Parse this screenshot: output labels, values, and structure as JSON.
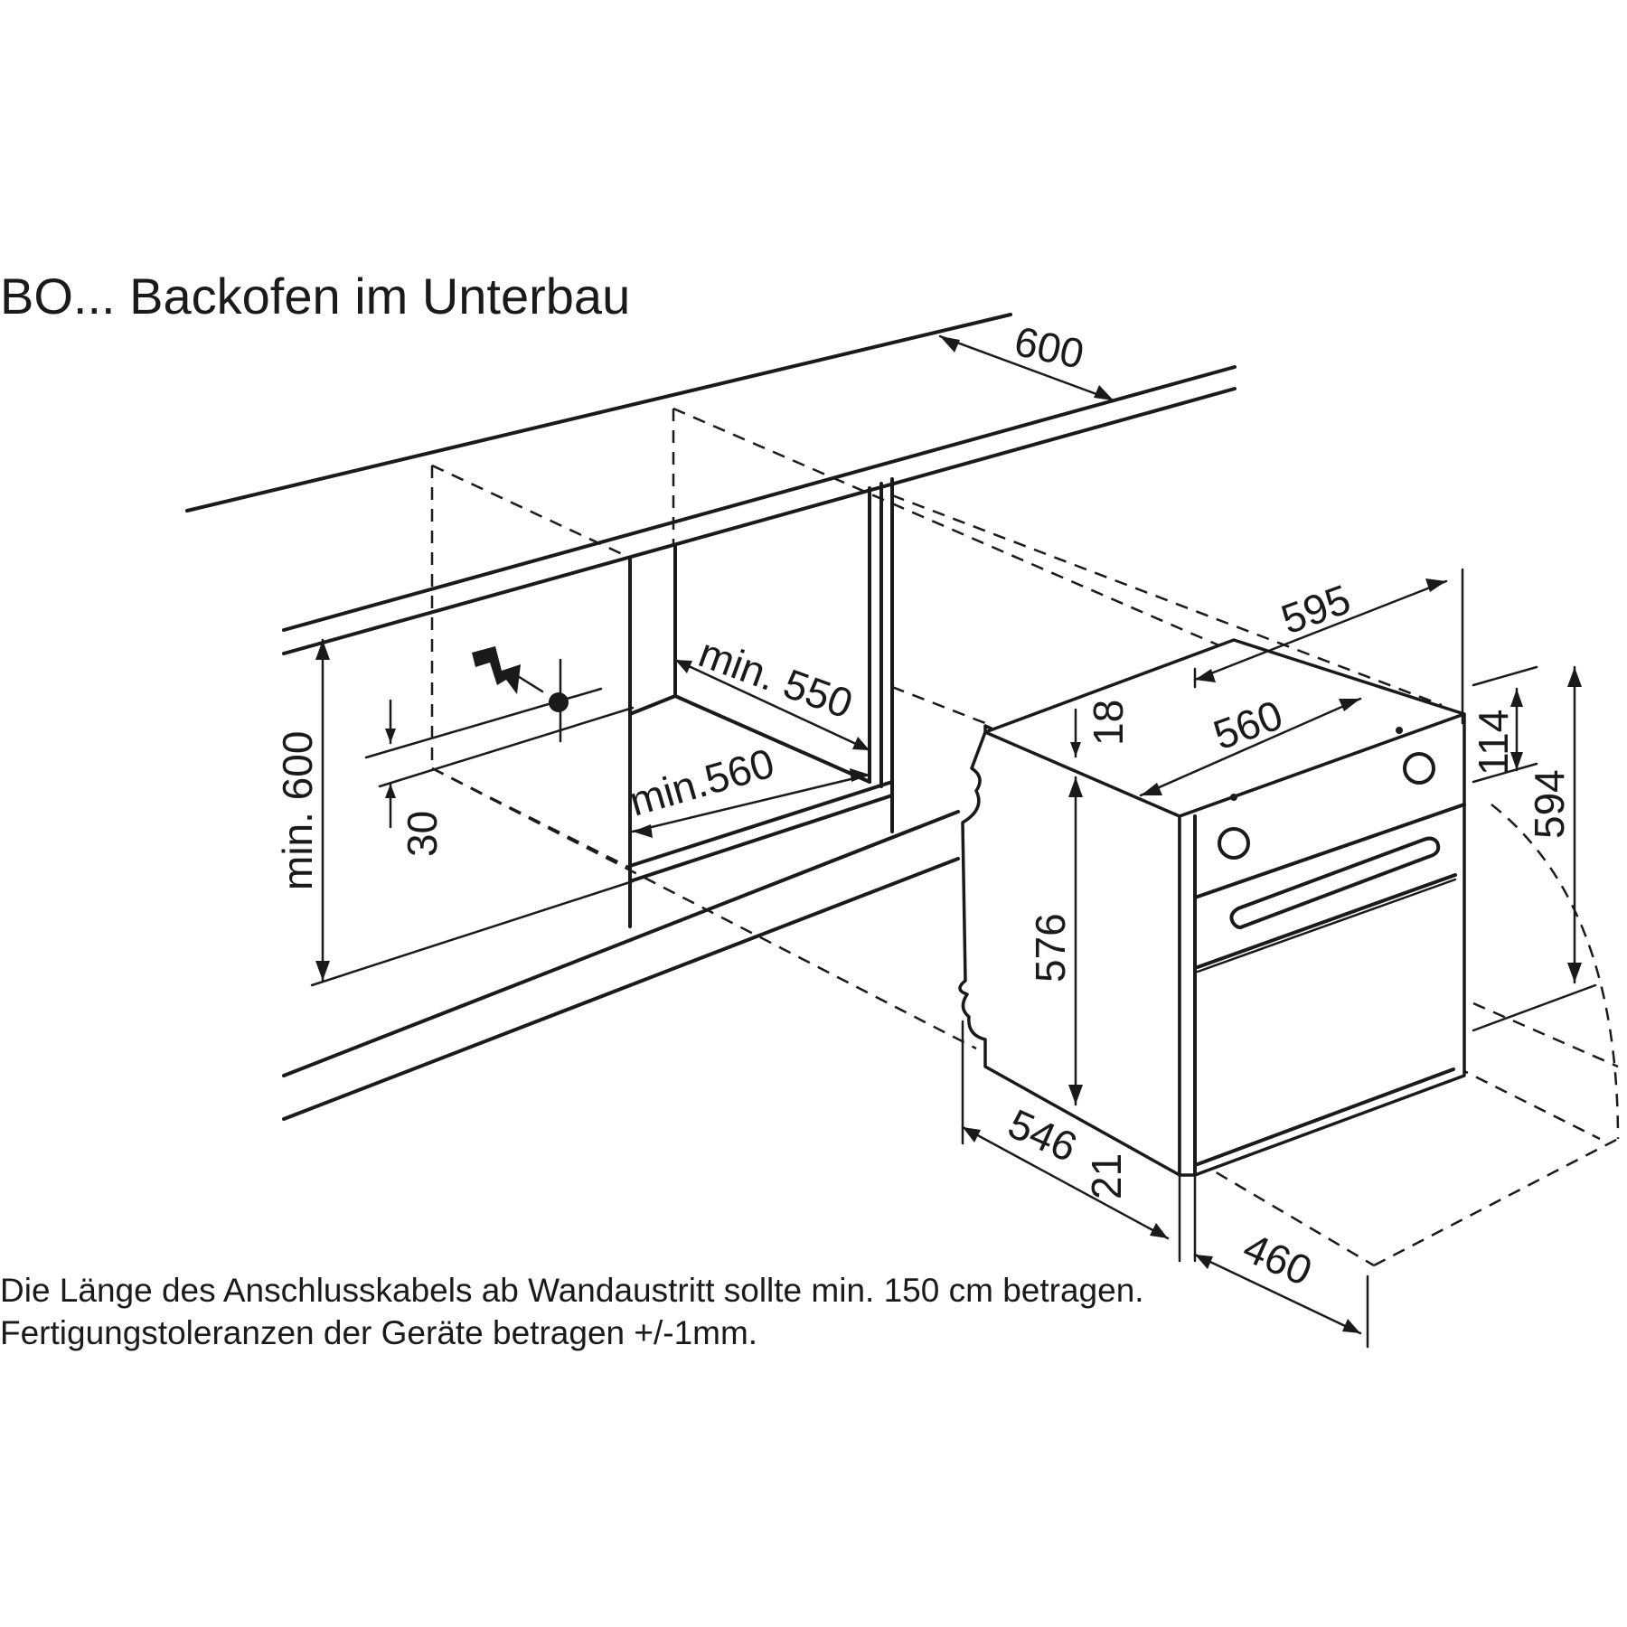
{
  "title": "BO... Backofen im Unterbau",
  "notes": [
    "Die Länge des Anschlusskabels ab Wandaustritt sollte min. 150 cm betragen.",
    "Fertigungstoleranzen der Geräte betragen +/-1mm."
  ],
  "dimensions": {
    "depth_top": "600",
    "niche_height": "min. 600",
    "socket_height": "30",
    "niche_depth": "min. 550",
    "niche_width": "min.560",
    "oven_width": "595",
    "body_width": "560",
    "top_offset": "18",
    "panel_height": "114",
    "oven_height": "594",
    "body_height": "576",
    "body_depth": "546",
    "front_thickness": "21",
    "door_opening": "460"
  },
  "icons": {
    "power": "lightning-bolt-icon",
    "outlet": "socket-point-icon"
  }
}
